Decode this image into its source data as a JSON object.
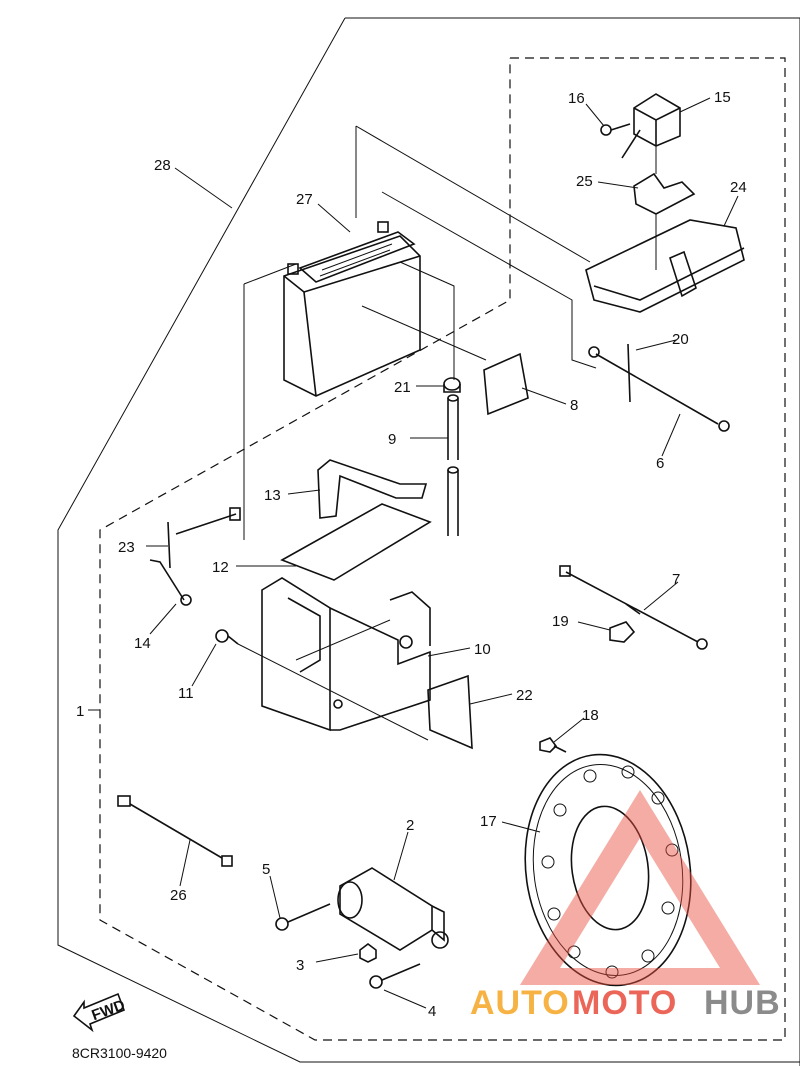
{
  "diagram": {
    "part_numbers": [
      "1",
      "2",
      "3",
      "4",
      "5",
      "6",
      "7",
      "8",
      "9",
      "10",
      "11",
      "12",
      "13",
      "14",
      "15",
      "16",
      "17",
      "18",
      "19",
      "20",
      "21",
      "22",
      "23",
      "24",
      "25",
      "26",
      "27",
      "28"
    ],
    "direction_label": "FWD",
    "catalog_code": "8CR3100-9420"
  },
  "watermark": {
    "part1": "AUTO",
    "part2": "MOTO",
    "part3": "HUB",
    "colors": {
      "auto": "#f5a623",
      "moto": "#e84c3d",
      "hub": "#777777"
    }
  }
}
